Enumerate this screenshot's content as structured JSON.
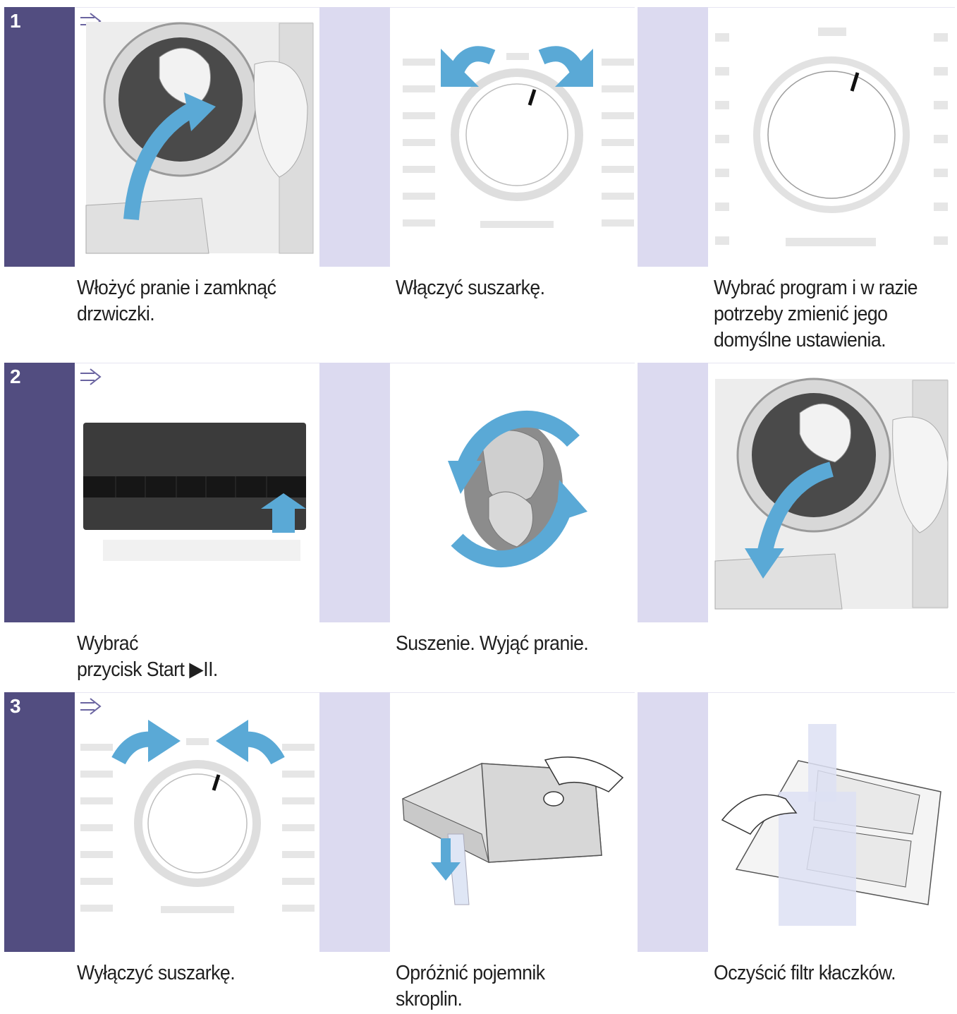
{
  "steps": [
    {
      "number": "1",
      "captions": [
        [
          "Włożyć pranie i zamknąć",
          "drzwiczki."
        ],
        [
          "Włączyć suszarkę."
        ],
        [
          "Wybrać program i w razie",
          "potrzeby zmienić jego",
          "domyślne ustawienia."
        ]
      ]
    },
    {
      "number": "2",
      "captions": [
        [
          "Wybrać",
          "przycisk Start ▶II."
        ],
        [
          "Suszenie. Wyjąć pranie."
        ],
        []
      ]
    },
    {
      "number": "3",
      "captions": [
        [
          "Wyłączyć suszarkę."
        ],
        [
          "Opróżnić pojemnik",
          "skroplin."
        ],
        [
          "Oczyścić filtr kłaczków."
        ]
      ]
    }
  ],
  "colors": {
    "step_bar": "#524d80",
    "divider_bar": "#dcdaf0",
    "arrow_blue": "#5aa9d6"
  },
  "icons": [
    "next-step-arrow-icon"
  ]
}
